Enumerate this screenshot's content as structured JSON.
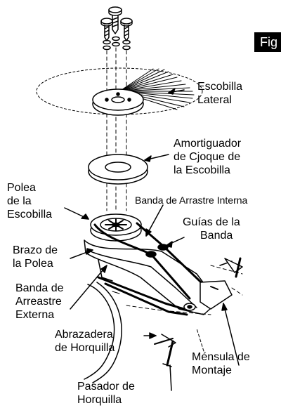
{
  "figure_tag": "Fig",
  "labels": {
    "escobilla_lateral": [
      "Escobilla",
      "Lateral"
    ],
    "amortiguador": [
      "Amortiguador",
      "de Cjoque de",
      "la Escobilla"
    ],
    "polea_escobilla": [
      "Polea",
      "de la",
      "Escobilla"
    ],
    "banda_interna": [
      "Banda de Arrastre Interna"
    ],
    "guias_banda": [
      "Guías de la",
      "Banda"
    ],
    "brazo_polea": [
      "Brazo de",
      "la Polea"
    ],
    "banda_externa": [
      "Banda de",
      "Arreastre",
      "Externa"
    ],
    "abrazadera": [
      "Abrazadera",
      "de Horquilla"
    ],
    "mensula": [
      "Ménsula de",
      "Montaje"
    ],
    "pasador": [
      "Pasador de",
      "Horquilla"
    ]
  }
}
